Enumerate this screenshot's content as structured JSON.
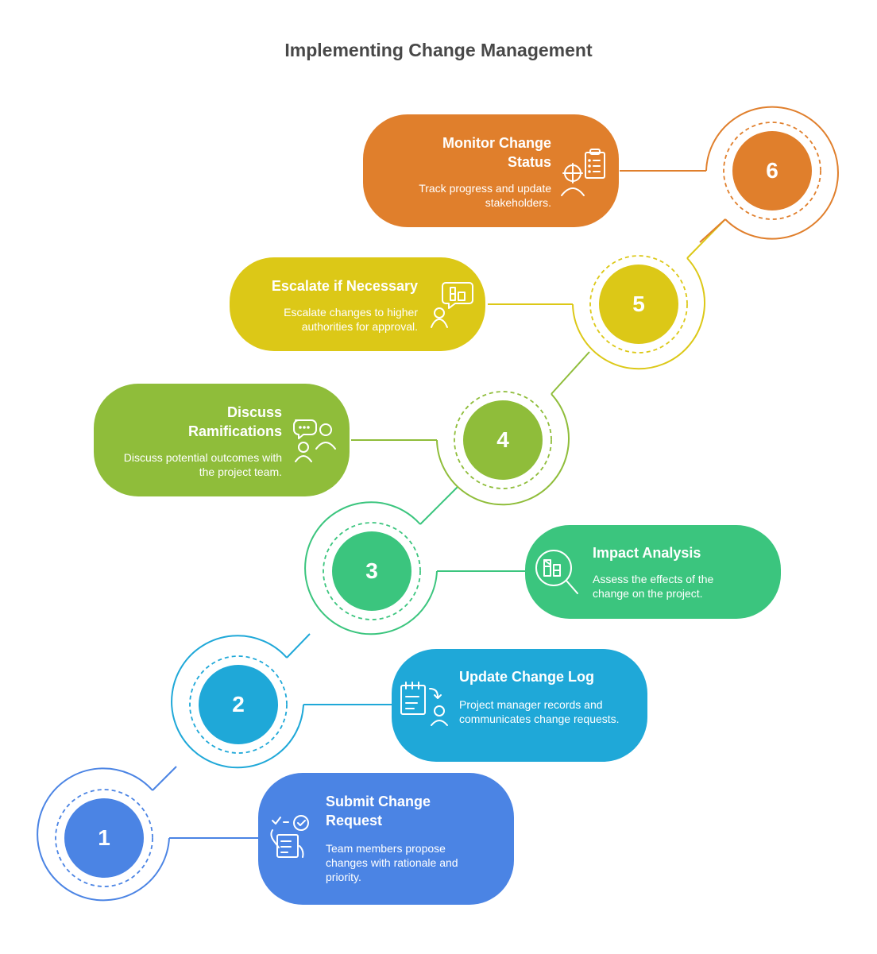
{
  "title": "Implementing Change Management",
  "colors": {
    "step1": "#4b84e4",
    "step2": "#1fa8d8",
    "step3": "#3bc57e",
    "step4": "#8fbd3a",
    "step5": "#dcc817",
    "step6": "#e07f2c"
  },
  "steps": [
    {
      "number": "1",
      "title": "Submit Change Request",
      "description": "Team members propose changes with rationale and priority.",
      "icon": "checklist-hand-icon"
    },
    {
      "number": "2",
      "title": "Update Change Log",
      "description": "Project manager records and communicates change requests.",
      "icon": "log-person-icon"
    },
    {
      "number": "3",
      "title": "Impact Analysis",
      "description": "Assess the effects of the change on the project.",
      "icon": "magnifier-chart-icon"
    },
    {
      "number": "4",
      "title": "Discuss Ramifications",
      "description": "Discuss potential outcomes with the project team.",
      "icon": "discussion-people-icon"
    },
    {
      "number": "5",
      "title": "Escalate if Necessary",
      "description": "Escalate changes to higher authorities for approval.",
      "icon": "escalate-person-icon"
    },
    {
      "number": "6",
      "title": "Monitor Change Status",
      "description": "Track progress and update stakeholders.",
      "icon": "monitor-clipboard-icon"
    }
  ]
}
